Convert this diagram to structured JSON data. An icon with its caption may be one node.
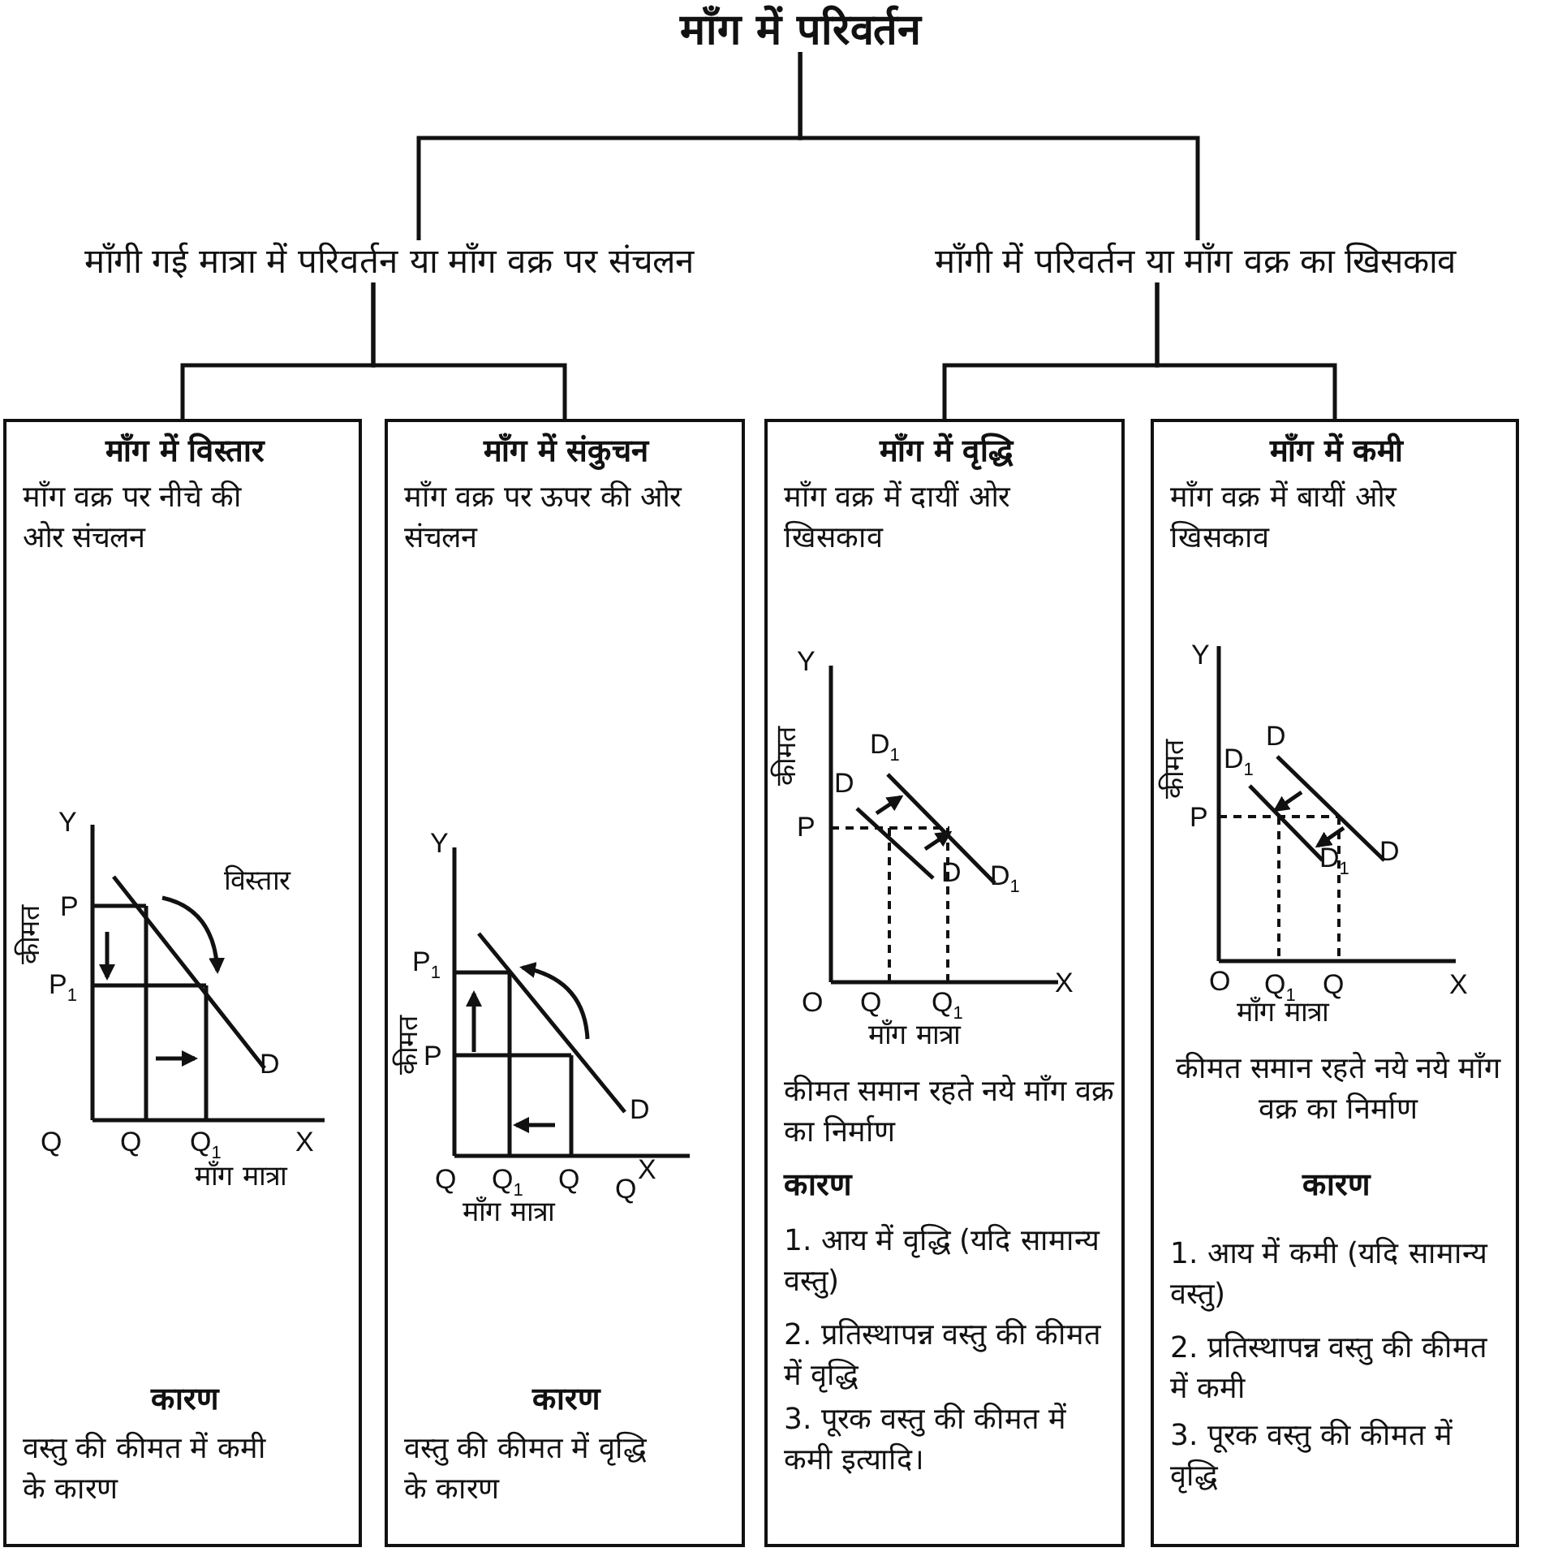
{
  "diagram": {
    "nodes": [
      {
        "text": [
          "माँग में परिवर्तन"
        ]
      },
      {
        "text": [
          "माँगी गई मात्रा में परिवर्तन या माँग वक्र पर संचलन"
        ]
      },
      {
        "text": [
          "माँगी में परिवर्तन या माँग वक्र का खिसकाव"
        ]
      },
      {
        "text": [
          "माँग में विस्तार",
          "माँग वक्र पर नीचे की ओर संचलन",
          "कारण",
          "वस्तु की कीमत में कमी के कारण"
        ]
      },
      {
        "text": [
          "माँग में संकुचन",
          "माँग वक्र पर ऊपर की ओर संचलन",
          "कारण",
          "वस्तु की कीमत में वृद्धि के कारण"
        ]
      },
      {
        "text": [
          "माँग में वृद्धि",
          "माँग वक्र में दायीं ओर खिसकाव",
          "कीमत समान रहते नये माँग वक्र का निर्माण",
          "कारण",
          "1. आय में वृद्धि (यदि सामान्य वस्तु)",
          "2. प्रतिस्थापन्न वस्तु की कीमत में वृद्धि",
          "3. पूरक वस्तु की कीमत में कमी इत्यादि।"
        ]
      },
      {
        "text": [
          "माँग में कमी",
          "माँग वक्र में बायीं ओर खिसकाव",
          "कीमत समान रहते नये नये माँग वक्र का निर्माण",
          "कारण",
          "1. आय में कमी (यदि सामान्य वस्तु)",
          "2. प्रतिस्थापन्न वस्तु की कीमत में कमी",
          "3. पूरक वस्तु की कीमत में वृद्धि"
        ]
      }
    ],
    "edges": [
      {
        "from": 0,
        "to": 1,
        "arrow": "none"
      },
      {
        "from": 0,
        "to": 2,
        "arrow": "none"
      },
      {
        "from": 1,
        "to": 3,
        "arrow": "none"
      },
      {
        "from": 1,
        "to": 4,
        "arrow": "none"
      },
      {
        "from": 2,
        "to": 5,
        "arrow": "none"
      },
      {
        "from": 2,
        "to": 6,
        "arrow": "none"
      }
    ],
    "labels": [
      "Y",
      "कीमत",
      "P",
      "P$_{1}$",
      "विस्तार",
      "D",
      "Q",
      "Q",
      "Q$_{1}$",
      "X",
      "माँग मात्रा",
      "Y",
      "P$_{1}$",
      "कीमत",
      "P",
      "D",
      "Q",
      "Q$_{1}$",
      "Q",
      "Q",
      "X",
      "माँग मात्रा",
      "Y",
      "कीमत",
      "D",
      "D$_{1}$",
      "P",
      "D",
      "D$_{1}$",
      "O",
      "Q",
      "Q$_{1}$",
      "X",
      "माँग मात्रा",
      "Y",
      "कीमत",
      "D",
      "D$_{1}$",
      "P",
      "D$_{1}$",
      "D",
      "O",
      "Q$_{1}$",
      "Q",
      "X",
      "माँग मात्रा"
    ]
  }
}
